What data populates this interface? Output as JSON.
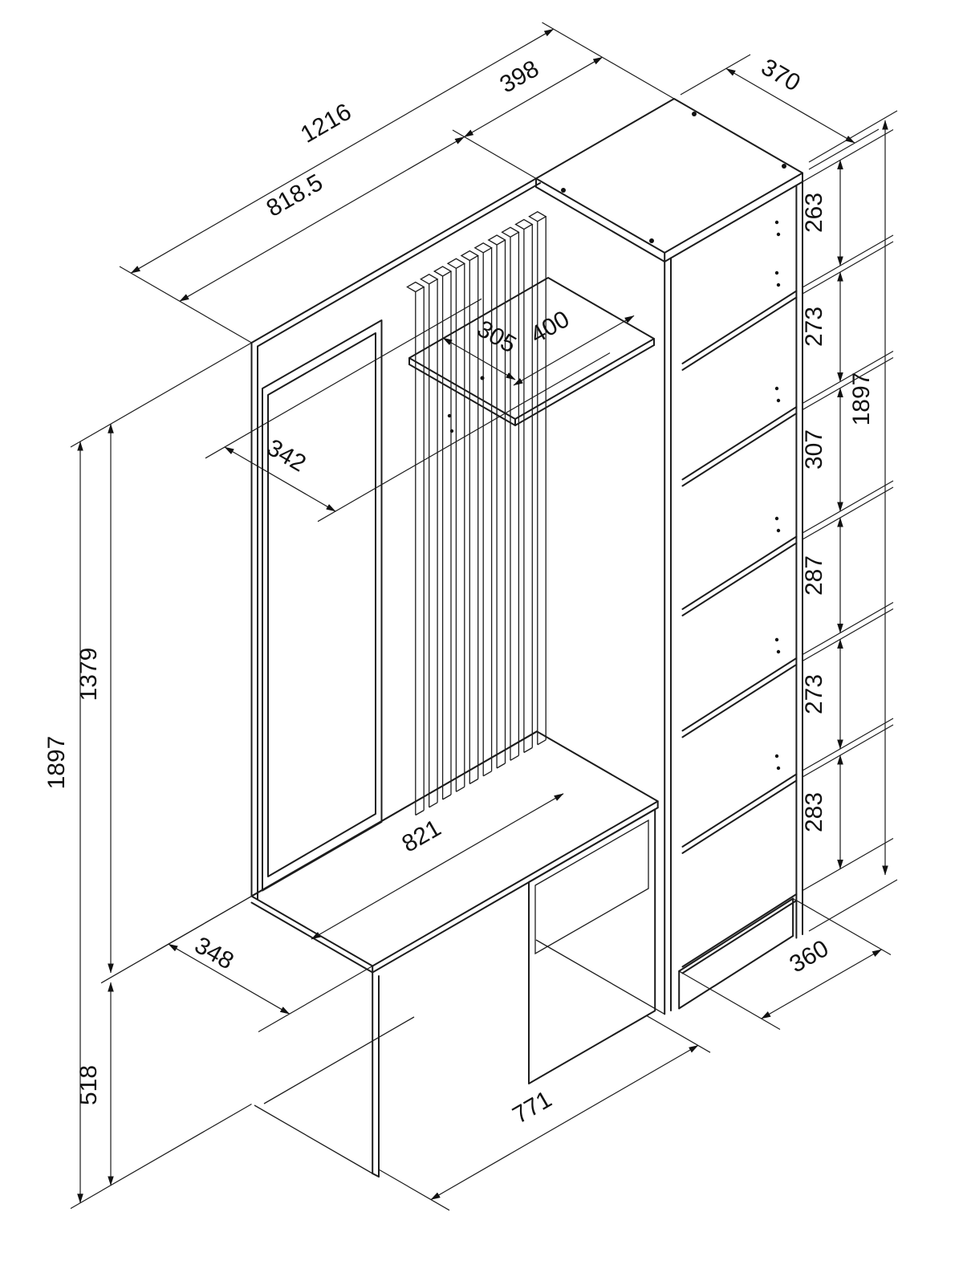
{
  "diagram": {
    "kind": "isometric furniture technical drawing",
    "dims": {
      "total_width": "1216",
      "panel_with_slats_width": "818.5",
      "cabinet_width": "398",
      "cabinet_depth": "370",
      "cabinet_height": "1897",
      "total_height": "1897",
      "panel_height": "1379",
      "bench_height": "518",
      "mirror_width": "342",
      "hat_shelf_depth": "305",
      "hat_shelf_width": "400",
      "bench_top_width": "821",
      "bench_depth": "348",
      "base_depth": "360",
      "floor_clearance_width": "771",
      "compartments": [
        "263",
        "273",
        "307",
        "287",
        "273",
        "283"
      ]
    }
  }
}
